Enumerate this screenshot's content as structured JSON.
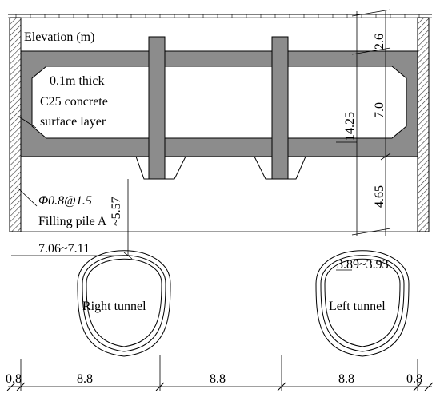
{
  "title": "Elevation (m)",
  "labels": {
    "concrete_line1": "0.1m thick",
    "concrete_line2": "C25 concrete",
    "concrete_line3": "surface layer",
    "pile_line1": "Φ0.8@1.5",
    "pile_line2": "Filling pile A",
    "right_tunnel": "Right tunnel",
    "left_tunnel": "Left tunnel"
  },
  "dimensions": {
    "top_slab": "2.6",
    "box_height": "7.0",
    "total_height": "14.25",
    "lower_depth": "4.65",
    "pile_to_tunnel": "~5.57",
    "left_offset": "7.06~7.11",
    "right_offset": "3.89~3.93",
    "bottom_edge_left": "0.8",
    "bay_1": "8.8",
    "bay_2": "8.8",
    "bay_3": "8.8",
    "bottom_edge_right": "0.8"
  },
  "colors": {
    "structure": "#8c8c8c",
    "line": "#000000",
    "hatch": "#333333"
  }
}
